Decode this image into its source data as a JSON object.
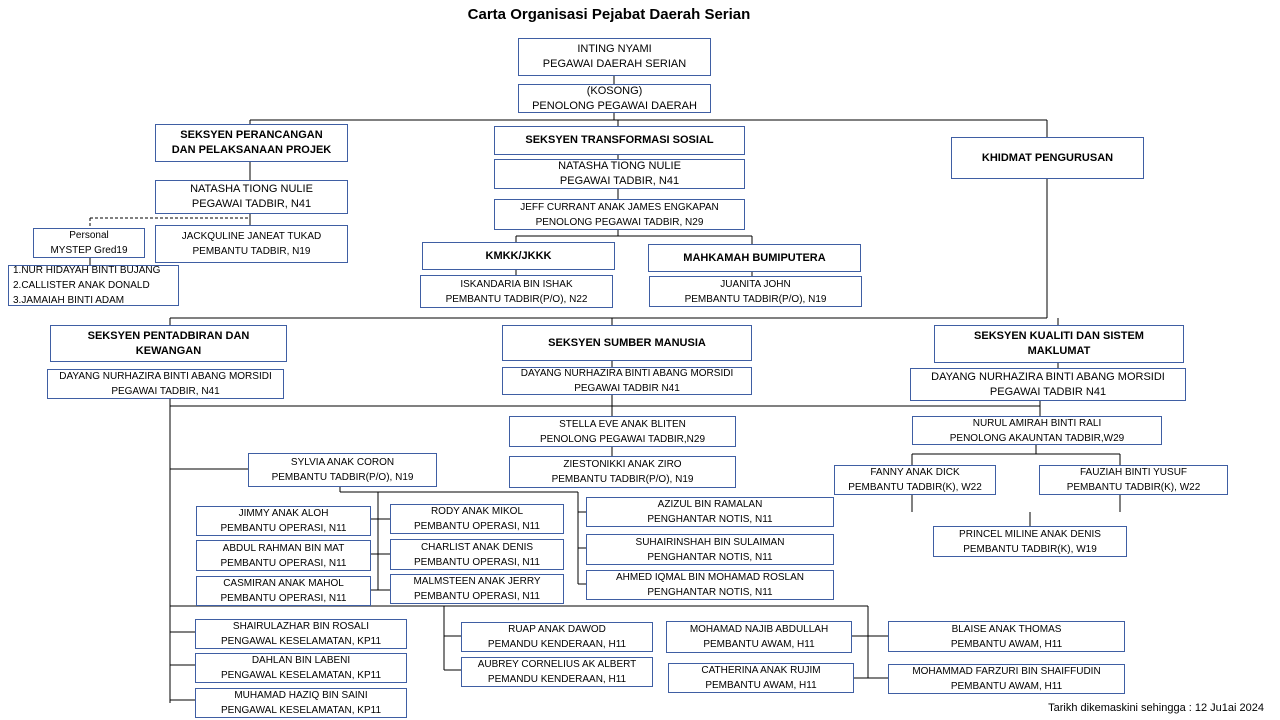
{
  "title": "Carta Organisasi Pejabat Daerah Serian",
  "updated_note": "Tarikh dikemaskini sehingga : 12 Ju1ai 2024",
  "boxes": [
    {
      "key": "pegawai-daerah",
      "lines": [
        "INTING NYAMI",
        "PEGAWAI DAERAH SERIAN"
      ]
    },
    {
      "key": "penolong-pegawai-daerah",
      "lines": [
        "(KOSONG)",
        "PENOLONG PEGAWAI DAERAH"
      ]
    },
    {
      "key": "seksyen-perancangan",
      "lines": [
        "SEKSYEN  PERANCANGAN",
        "DAN PELAKSANAAN PROJEK"
      ]
    },
    {
      "key": "seksyen-transformasi",
      "lines": [
        "SEKSYEN  TRANSFORMASI  SOSIAL"
      ]
    },
    {
      "key": "khidmat-pengurusan",
      "lines": [
        "KHIDMAT  PENGURUSAN"
      ]
    },
    {
      "key": "natasha-perancangan",
      "lines": [
        "NATASHA TIONG NULIE",
        "PEGAWAI TADBIR, N41"
      ]
    },
    {
      "key": "natasha-transformasi",
      "lines": [
        "NATASHA TIONG NULIE",
        "PEGAWAI TADBIR, N41"
      ]
    },
    {
      "key": "jeff-currant",
      "lines": [
        "JEFF CURRANT ANAK JAMES ENGKAPAN",
        "PENOLONG PEGAWAI TADBIR, N29"
      ]
    },
    {
      "key": "personal-mystep",
      "lines": [
        "Personal",
        "MYSTEP Gred19"
      ]
    },
    {
      "key": "jackquline",
      "lines": [
        "JACKQULINE JANEAT TUKAD",
        "PEMBANTU TADBIR, N19"
      ]
    },
    {
      "key": "mystep-list",
      "lines": [
        "1.NUR HIDAYAH BINTI BUJANG",
        "2.CALLISTER ANAK DONALD",
        "3.JAMAIAH BINTI ADAM"
      ]
    },
    {
      "key": "kmkk",
      "lines": [
        "KMKK/JKKK"
      ]
    },
    {
      "key": "mahkamah-bumiputera",
      "lines": [
        "MAHKAMAH  BUMIPUTERA"
      ]
    },
    {
      "key": "iskandaria",
      "lines": [
        "ISKANDARIA  BIN ISHAK",
        "PEMBANTU TADBIR(P/O), N22"
      ]
    },
    {
      "key": "juanita",
      "lines": [
        "JUANITA JOHN",
        "PEMBANTU TADBIR(P/O), N19"
      ]
    },
    {
      "key": "seksyen-pentadbiran",
      "lines": [
        "SEKSYEN  PENTADBIRAN  DAN",
        "KEWANGAN"
      ]
    },
    {
      "key": "seksyen-sumber-manusia",
      "lines": [
        "SEKSYEN  SUMBER  MANUSIA"
      ]
    },
    {
      "key": "seksyen-kualiti",
      "lines": [
        "SEKSYEN  KUALITI  DAN SISTEM",
        "MAKLUMAT"
      ]
    },
    {
      "key": "dayang-pentadbiran",
      "lines": [
        "DAYANG NURHAZIRA BINTI ABANG MORSIDI",
        "PEGAWAI TADBIR, N41"
      ]
    },
    {
      "key": "dayang-sumber-manusia",
      "lines": [
        "DAYANG NURHAZIRA BINTI ABANG MORSIDI",
        "PEGAWAI TADBIR N41"
      ]
    },
    {
      "key": "dayang-kualiti",
      "lines": [
        "DAYANG NURHAZIRA BINTI ABANG MORSIDI",
        "PEGAWAI  TADBIR  N41"
      ]
    },
    {
      "key": "stella-eve",
      "lines": [
        "STELLA EVE ANAK BLITEN",
        "PENOLONG PEGAWAI TADBIR,N29"
      ]
    },
    {
      "key": "ziestonikki",
      "lines": [
        "ZIESTONIKKI ANAK ZIRO",
        "PEMBANTU TADBIR(P/O), N19"
      ]
    },
    {
      "key": "nurul-amirah",
      "lines": [
        "NURUL AMIRAH BINTI RALI",
        "PENOLONG AKAUNTAN TADBIR,W29"
      ]
    },
    {
      "key": "fanny",
      "lines": [
        "FANNY ANAK DICK",
        "PEMBANTU TADBIR(K), W22"
      ]
    },
    {
      "key": "fauziah",
      "lines": [
        "FAUZIAH BINTI YUSUF",
        "PEMBANTU TADBIR(K), W22"
      ]
    },
    {
      "key": "princel",
      "lines": [
        "PRINCEL MILINE ANAK DENIS",
        "PEMBANTU TADBIR(K), W19"
      ]
    },
    {
      "key": "sylvia",
      "lines": [
        "SYLVIA ANAK CORON",
        "PEMBANTU TADBIR(P/O), N19"
      ]
    },
    {
      "key": "jimmy",
      "lines": [
        "JIMMY ANAK ALOH",
        "PEMBANTU OPERASI, N11"
      ]
    },
    {
      "key": "abdul-rahman",
      "lines": [
        "ABDUL RAHMAN BIN MAT",
        "PEMBANTU OPERASI, N11"
      ]
    },
    {
      "key": "casmiran",
      "lines": [
        "CASMIRAN  ANAK MAHOL",
        "PEMBANTU  OPERASI, N11"
      ]
    },
    {
      "key": "rody",
      "lines": [
        "RODY ANAK MIKOL",
        "PEMBANTU OPERASI, N11"
      ]
    },
    {
      "key": "charlist",
      "lines": [
        "CHARLIST ANAK DENIS",
        "PEMBANTU OPERASI, N11"
      ]
    },
    {
      "key": "malmsteen",
      "lines": [
        "MALMSTEEN ANAK JERRY",
        "PEMBANTU OPERASI, N11"
      ]
    },
    {
      "key": "azizul",
      "lines": [
        "AZIZUL BIN RAMALAN",
        "PENGHANTAR NOTIS, N11"
      ]
    },
    {
      "key": "suhairinshah",
      "lines": [
        "SUHAIRINSHAH BIN SULAIMAN",
        "PENGHANTAR NOTIS, N11"
      ]
    },
    {
      "key": "ahmed-iqmal",
      "lines": [
        "AHMED IQMAL BIN MOHAMAD ROSLAN",
        "PENGHANTAR NOTIS, N11"
      ]
    },
    {
      "key": "shairulazhar",
      "lines": [
        "SHAIRULAZHAR BIN ROSALI",
        "PENGAWAL KESELAMATAN, KP11"
      ]
    },
    {
      "key": "dahlan",
      "lines": [
        "DAHLAN BIN LABENI",
        "PENGAWAL KESELAMATAN, KP11"
      ]
    },
    {
      "key": "muhamad-haziq",
      "lines": [
        "MUHAMAD HAZIQ BIN SAINI",
        "PENGAWAL KESELAMATAN, KP11"
      ]
    },
    {
      "key": "ruap",
      "lines": [
        "RUAP ANAK DAWOD",
        "PEMANDU KENDERAAN, H11"
      ]
    },
    {
      "key": "aubrey",
      "lines": [
        "AUBREY CORNELIUS AK ALBERT",
        "PEMANDU KENDERAAN, H11"
      ]
    },
    {
      "key": "mohamad-najib",
      "lines": [
        "MOHAMAD NAJIB  ABDULLAH",
        "PEMBANTU AWAM,  H11"
      ]
    },
    {
      "key": "catherina",
      "lines": [
        "CATHERINA  ANAK RUJIM",
        "PEMBANTU AWAM,  H11"
      ]
    },
    {
      "key": "blaise",
      "lines": [
        "BLAISE ANAK THOMAS",
        "PEMBANTU AWAM,  H11"
      ]
    },
    {
      "key": "mohammad-farzuri",
      "lines": [
        "MOHAMMAD  FARZURI BIN SHAIFFUDIN",
        "PEMBANTU AWAM,  H11"
      ]
    }
  ]
}
